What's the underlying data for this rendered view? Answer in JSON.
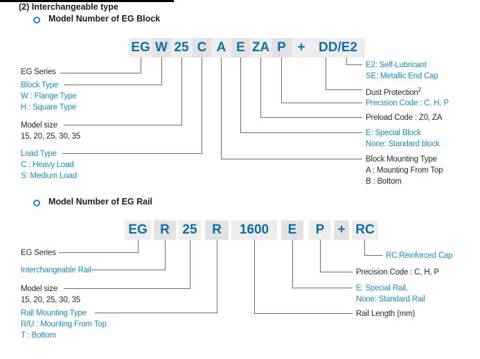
{
  "header": {
    "section_title": "(2) Interchangeable type"
  },
  "colors": {
    "accent_blue": "#1e88c3",
    "code_blue": "#0c6fa7",
    "text_black": "#231f20",
    "line_gray": "#6a6b6d",
    "box_light": "#ededee",
    "box_dark": "#e2e2e4"
  },
  "block_section": {
    "heading": "Model Number of EG Block",
    "code": [
      "EG",
      "W",
      "25",
      "C",
      "A",
      "E",
      "ZA",
      "P",
      "+",
      "DD/E2"
    ],
    "labels": {
      "eg_series": "EG Series",
      "block_type": [
        "Block Type",
        "W : Flange Type",
        "H : Square Type"
      ],
      "model_size": [
        "Model size",
        "15, 20, 25, 30, 35"
      ],
      "load_type": [
        "Load Type",
        "C : Heavy Load",
        "S: Medium Load"
      ],
      "e2": [
        "E2: Self-Lubricant",
        "SE: Metallic End Cap"
      ],
      "dust_protection": "Dust Protection",
      "dust_protection_sup": "2",
      "precision": "Precision Code : C, H, P",
      "preload": "Preload Code : Z0, ZA",
      "special_block": [
        "E: Special Block",
        "None: Standard block"
      ],
      "mounting": [
        "Block Mounting Type",
        "A : Mounting From Top",
        "B : Bottom"
      ]
    }
  },
  "rail_section": {
    "heading": "Model Number of EG Rail",
    "code": [
      "EG",
      "R",
      "25",
      "R",
      "1600",
      "E",
      "P",
      "+",
      "RC"
    ],
    "labels": {
      "eg_series": "EG Series",
      "interchangeable_rail": "Interchangeable Rail",
      "model_size": [
        "Model size",
        "15, 20, 25, 30, 35"
      ],
      "rail_mounting": [
        "Rail Mounting Type",
        "R/U : Mounting From Top",
        "T : Bottom"
      ],
      "rc": "RC:Reinforced Cap",
      "precision": "Precision Code : C, H, P",
      "special_rail": [
        "E: Special Rail,",
        "None: Standard Rail"
      ],
      "rail_length": "Rail Length (mm)"
    }
  }
}
